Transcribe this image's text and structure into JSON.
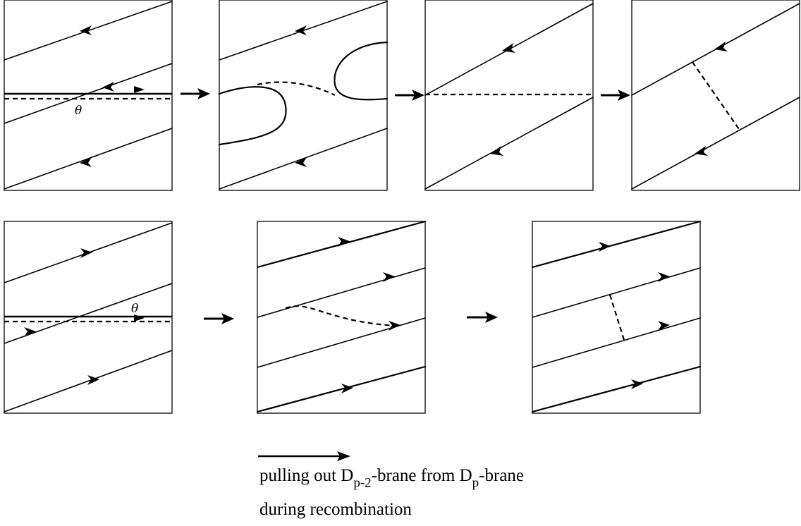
{
  "figure": {
    "theta_symbol": "θ",
    "legend": {
      "line1_prefix": "pulling out D",
      "line1_sub1": "p-2",
      "line1_mid": "-brane from D",
      "line1_sub2": "p",
      "line1_suffix": "-brane",
      "line2": "during recombination"
    }
  }
}
